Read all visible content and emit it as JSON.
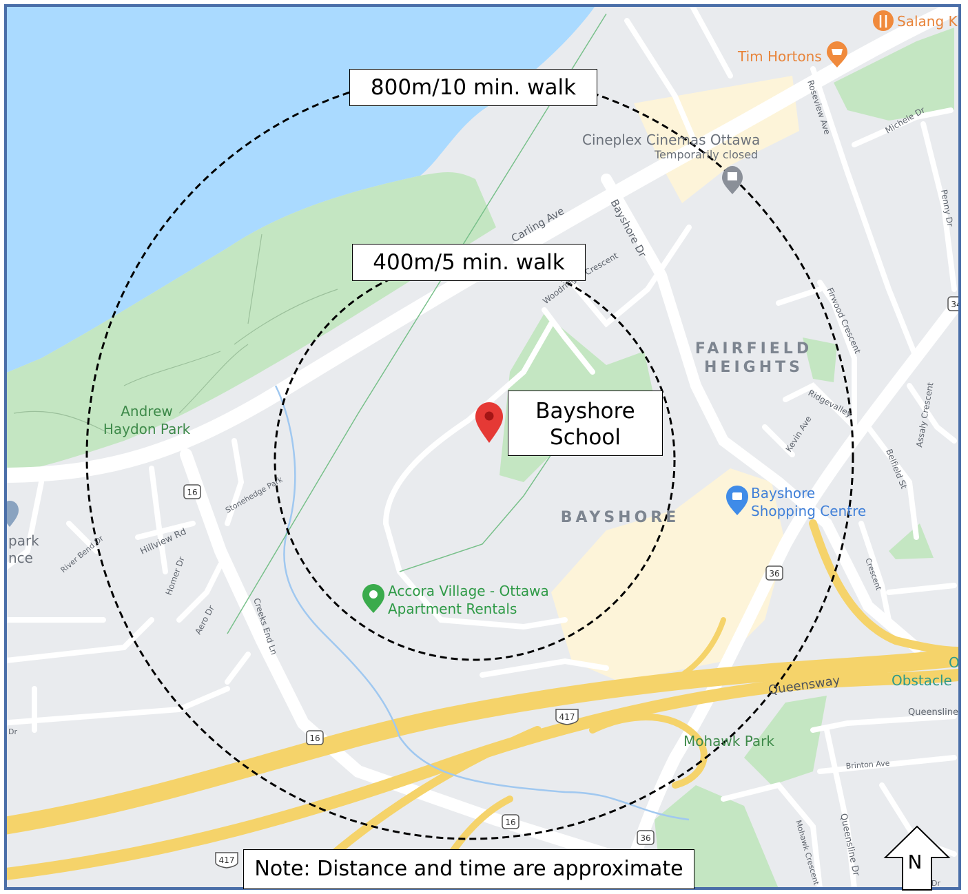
{
  "callouts": {
    "ring_outer": "800m/10 min. walk",
    "ring_inner": "400m/5 min. walk",
    "school_line1": "Bayshore",
    "school_line2": "School",
    "note": "Note: Distance and time are approximate",
    "north": "N"
  },
  "places": {
    "salang": "Salang K",
    "tim_hortons": "Tim Hortons",
    "cineplex": "Cineplex Cinemas Ottawa",
    "cineplex_status": "Temporarily closed",
    "andrew_haydon_1": "Andrew",
    "andrew_haydon_2": "Haydon Park",
    "fairfield_1": "FAIRFIELD",
    "fairfield_2": "HEIGHTS",
    "bayshore_area": "BAYSHORE",
    "shopping_1": "Bayshore",
    "shopping_2": "Shopping Centre",
    "accora_1": "Accora Village - Ottawa",
    "accora_2": "Apartment Rentals",
    "mohawk_park": "Mohawk Park",
    "obstacle": "Obstacle",
    "obstacle_o": "O",
    "park_partial": "park",
    "nce_partial": "nce"
  },
  "streets": {
    "carling": "Carling Ave",
    "bayshore_dr": "Bayshore Dr",
    "woodridge": "Woodridge",
    "crescent": "Crescent",
    "roseview": "Roseview Ave",
    "michele": "Michele Dr",
    "penny": "Penny Dr",
    "firwood": "Firwood Crescent",
    "ridgevalley": "Ridgevalley",
    "kevin": "Kevin Ave",
    "belfield": "Belfield St",
    "assaly": "Assaly Crescent",
    "stonehedge": "Stonehedge Park",
    "hillview": "Hillview Rd",
    "river_bend": "River Bend Dr",
    "homer": "Homer Dr",
    "aero": "Aero Dr",
    "creeks_end": "Creeks End Ln",
    "queensway": "Queensway",
    "queensline": "Queensline",
    "queensline_dr": "Queensline Dr",
    "brinton": "Brinton Ave",
    "mohawk_cres": "Mohawk Crescent",
    "dr_left": "Dr",
    "dr_right": "Dr",
    "crescent_right": "Crescent"
  },
  "shields": {
    "s16_a": "16",
    "s16_b": "16",
    "s16_c": "16",
    "s36_a": "36",
    "s36_b": "36",
    "s34": "34",
    "s417_a": "417",
    "s417_b": "417"
  },
  "colors": {
    "water": "#aadaff",
    "park": "#c4e6c2",
    "land": "#e9ebee",
    "highway": "#f5d36a",
    "commercial": "#fdf4d9",
    "frame": "#4a6ea8",
    "pin": "#e53935",
    "poi_orange": "#f08a3c",
    "poi_blue": "#3f8be8",
    "poi_green": "#3aab4c"
  }
}
